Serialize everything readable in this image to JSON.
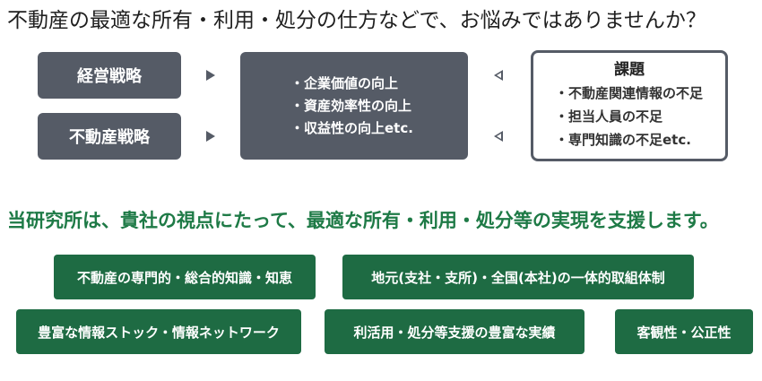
{
  "heading": "不動産の最適な所有・利用・処分の仕方などで、お悩みではありませんか？",
  "strategies": [
    "経営戦略",
    "不動産戦略"
  ],
  "goals": [
    "・企業価値の向上",
    "・資産効率性の向上",
    "・収益性の向上etc."
  ],
  "issues": {
    "title": "課題",
    "items": [
      "・不動産関連情報の不足",
      "・担当人員の不足",
      "・専門知識の不足etc."
    ]
  },
  "support_headline": "当研究所は、貴社の視点にたって、最適な所有・利用・処分等の実現を支援します。",
  "strengths": [
    "不動産の専門的・総合的知識・知恵",
    "地元(支社・支所)・全国(本社)の一体的取組体制",
    "豊富な情報ストック・情報ネットワーク",
    "利活用・処分等支援の豊富な実績",
    "客観性・公正性"
  ],
  "colors": {
    "dark_box": "#555b66",
    "green_box": "#1e6b43",
    "headline_green": "#1e7a46"
  }
}
